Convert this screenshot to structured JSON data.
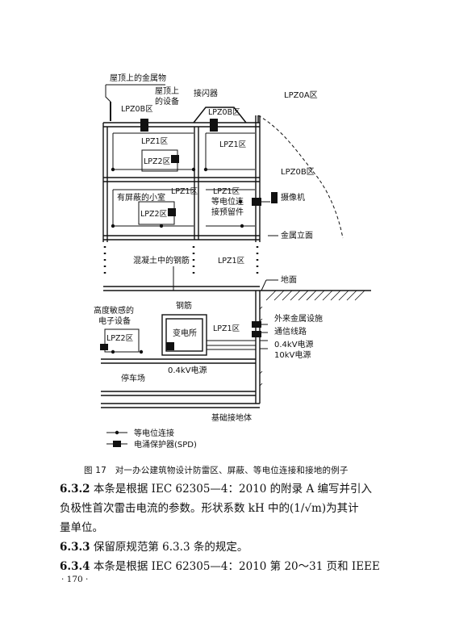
{
  "figure": {
    "labels": {
      "roof_metal": "屋顶上的金属物",
      "roof_equipment_1": "屋顶上",
      "roof_equipment_2": "的设备",
      "air_terminal": "接闪器",
      "lpz0b_left": "LPZ0B区",
      "lpz0b_top": "LPZ0B区",
      "lpz0a": "LPZ0A区",
      "lpz0b_right": "LPZ0B区",
      "lpz1_upper_a": "LPZ1区",
      "lpz1_upper_b": "LPZ1区",
      "lpz2_upper": "LPZ2区",
      "lpz1_mid_a": "LPZ1区",
      "lpz1_mid_b": "LPZ1区",
      "shielded_room": "有屏蔽的小室",
      "lpz2_mid": "LPZ2区",
      "bonding_1": "等电位连",
      "bonding_2": "接预留件",
      "camera": "摄像机",
      "metal_facade": "金属立面",
      "rebar_concrete": "混凝土中的钢筋",
      "lpz1_low": "LPZ1区",
      "ground": "地面",
      "rebar": "钢筋",
      "sensitive_1": "高度敏感的",
      "sensitive_2": "电子设备",
      "lpz2_low": "LPZ2区",
      "substation": "变电所",
      "lpz1_sub": "LPZ1区",
      "ext_metal": "外来金属设施",
      "comm_line": "通信线路",
      "power_04": "0.4kV电源",
      "power_10": "10kV电源",
      "power_04_bottom": "0.4kV电源",
      "parking": "停车场",
      "foundation_earth": "基础接地体"
    },
    "legend": {
      "bonding": "等电位连接",
      "spd": "电涌保护器(SPD)"
    },
    "caption": "图 17　对一办公建筑物设计防雷区、屏蔽、等电位连接和接地的例子"
  },
  "text": {
    "p1_num": "6.3.2",
    "p1_line1": "本条是根据 IEC 62305—4：2010 的附录 A 编写并引入",
    "p1_line2": "负极性首次雷击电流的参数。形状系数 kH 中的(1/√m)为其计",
    "p1_line3": "量单位。",
    "p2_num": "6.3.3",
    "p2_line": "保留原规范第 6.3.3 条的规定。",
    "p3_num": "6.3.4",
    "p3_line": "本条是根据 IEC 62305—4：2010 第 20～31 页和 IEEE"
  },
  "page_number": "· 170 ·"
}
